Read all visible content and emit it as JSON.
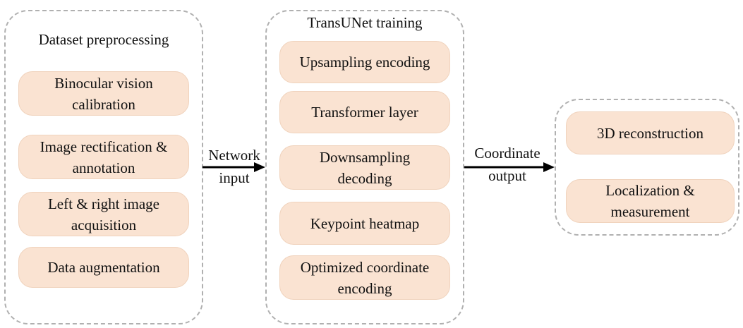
{
  "stages": {
    "preprocessing": {
      "title": "Dataset preprocessing",
      "steps": [
        {
          "line1": "Binocular vision",
          "line2": "calibration"
        },
        {
          "line1": "Image rectification &",
          "line2": "annotation"
        },
        {
          "line1": "Left & right image",
          "line2": "acquisition"
        },
        {
          "line1": "Data augmentation",
          "line2": ""
        }
      ]
    },
    "training": {
      "title": "TransUNet training",
      "steps": [
        {
          "line1": "Upsampling encoding",
          "line2": ""
        },
        {
          "line1": "Transformer layer",
          "line2": ""
        },
        {
          "line1": "Downsampling",
          "line2": "decoding"
        },
        {
          "line1": "Keypoint heatmap",
          "line2": ""
        },
        {
          "line1": "Optimized coordinate",
          "line2": "encoding"
        }
      ]
    },
    "output": {
      "steps": [
        {
          "line1": "3D reconstruction",
          "line2": ""
        },
        {
          "line1": "Localization &",
          "line2": "measurement"
        }
      ]
    }
  },
  "connectors": {
    "network_input": {
      "line1": "Network",
      "line2": "input"
    },
    "coordinate_output": {
      "line1": "Coordinate",
      "line2": "output"
    }
  },
  "colors": {
    "box_fill": "#fae3d2",
    "group_border": "#b0b0b0",
    "arrow": "#000000"
  }
}
